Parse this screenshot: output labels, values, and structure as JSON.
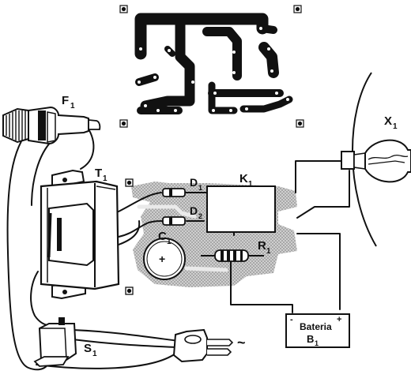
{
  "labels": {
    "fuse": "F",
    "fuse_sub": "1",
    "transformer": "T",
    "transformer_sub": "1",
    "diode1": "D",
    "diode1_sub": "1",
    "diode2": "D",
    "diode2_sub": "2",
    "relay": "K",
    "relay_sub": "1",
    "capacitor": "C",
    "capacitor_sub": "1",
    "resistor": "R",
    "resistor_sub": "1",
    "lamp": "X",
    "lamp_sub": "1",
    "switch": "S",
    "switch_sub": "1",
    "battery_word": "Bateria",
    "battery": "B",
    "battery_sub": "1",
    "battery_minus": "-",
    "battery_plus": "+",
    "ac_symbol": "~"
  },
  "colors": {
    "ink": "#111111",
    "board_shade": "#b9b9b9",
    "paper": "#ffffff"
  }
}
